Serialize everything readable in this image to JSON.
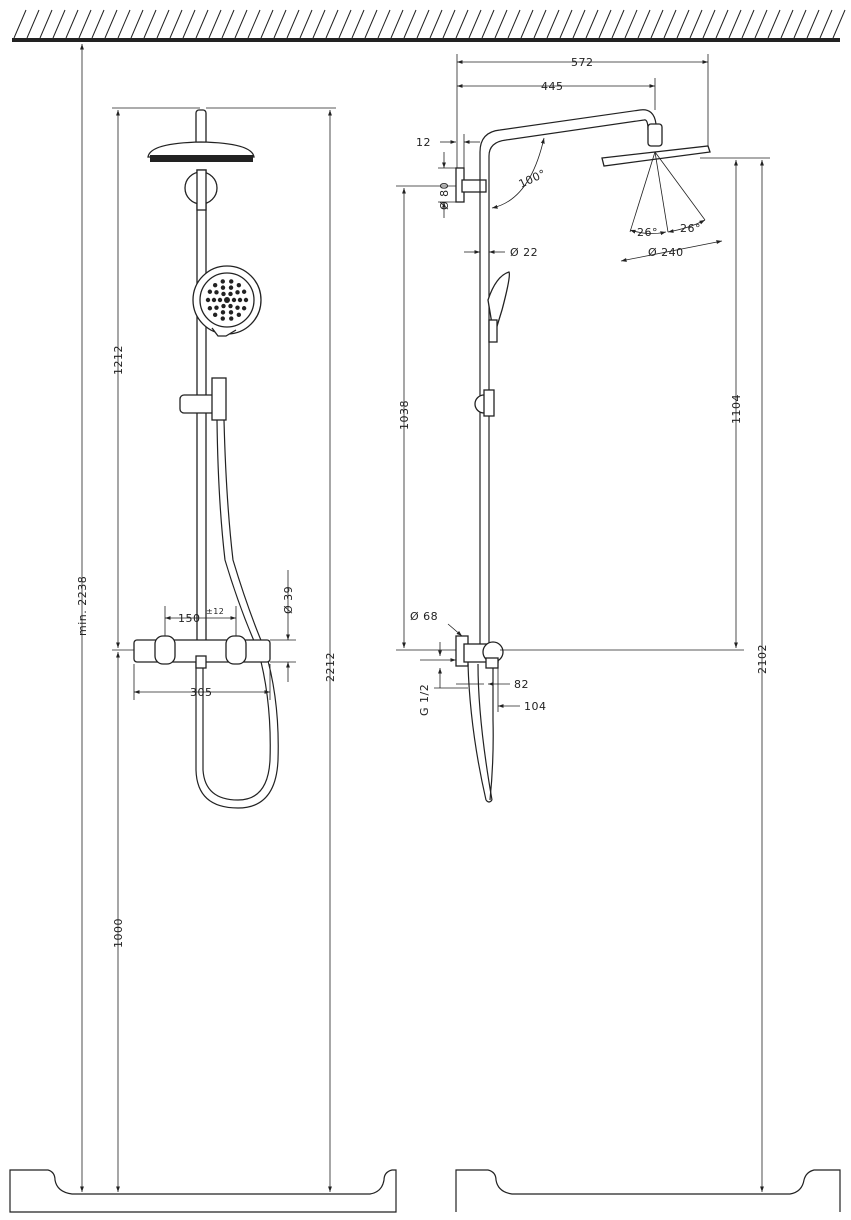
{
  "dimensions": {
    "front": {
      "total_height": "min. 2238",
      "head_height": "2212",
      "upper_section": "1212",
      "mixer_height": "1000",
      "inlet_spacing": "150",
      "inlet_tolerance": "±12",
      "mixer_width": "305",
      "mixer_diameter": "Ø 39"
    },
    "side": {
      "arm_outer": "572",
      "arm_inner": "445",
      "wall_gap": "12",
      "flange_diameter": "Ø 80",
      "arm_angle": "100°",
      "spray_angle_left": "26°",
      "spray_angle_right": "26°",
      "head_diameter": "Ø 240",
      "pipe_diameter": "Ø 22",
      "bar_length": "1038",
      "head_to_mixer": "1104",
      "head_from_floor": "2102",
      "valve_diameter": "Ø 68",
      "thread": "G 1/2",
      "projection_82": "82",
      "projection_104": "104"
    }
  }
}
